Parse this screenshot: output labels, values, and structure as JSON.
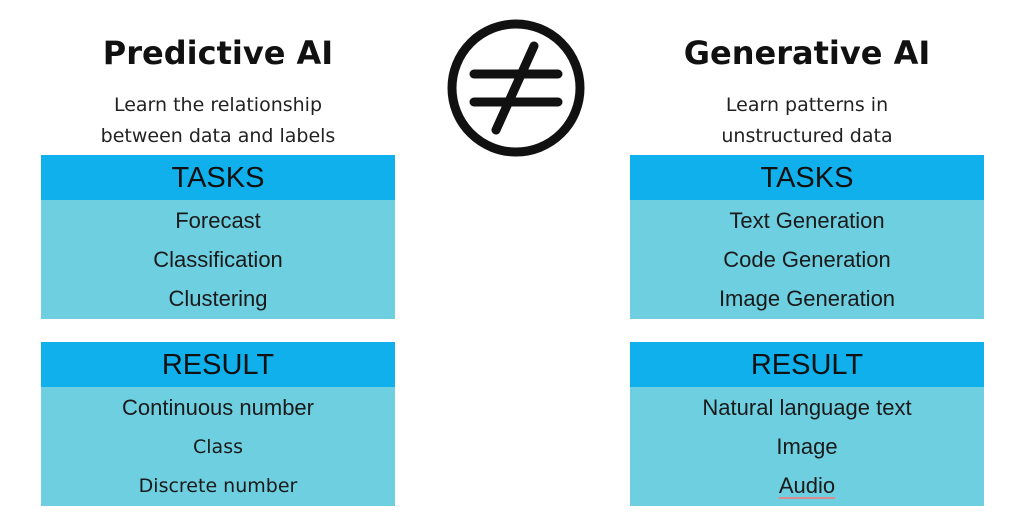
{
  "left": {
    "title": "Predictive AI",
    "subtitle_line1": "Learn the relationship",
    "subtitle_line2": "between data and labels",
    "tasks": {
      "header": "TASKS",
      "items": [
        "Forecast",
        "Classification",
        "Clustering"
      ]
    },
    "result": {
      "header": "RESULT",
      "items": [
        "Continuous number",
        "Class",
        "Discrete number"
      ]
    }
  },
  "right": {
    "title": "Generative AI",
    "subtitle_line1": "Learn patterns in",
    "subtitle_line2": "unstructured data",
    "tasks": {
      "header": "TASKS",
      "items": [
        "Text Generation",
        "Code Generation",
        "Image Generation"
      ]
    },
    "result": {
      "header": "RESULT",
      "items": [
        "Natural language text",
        "Image",
        "Audio"
      ]
    }
  },
  "symbol": {
    "icon": "not-equal-icon"
  },
  "colors": {
    "header_blue": "#0fb0ec",
    "body_cyan": "#6dcfe0",
    "text": "#111111"
  }
}
